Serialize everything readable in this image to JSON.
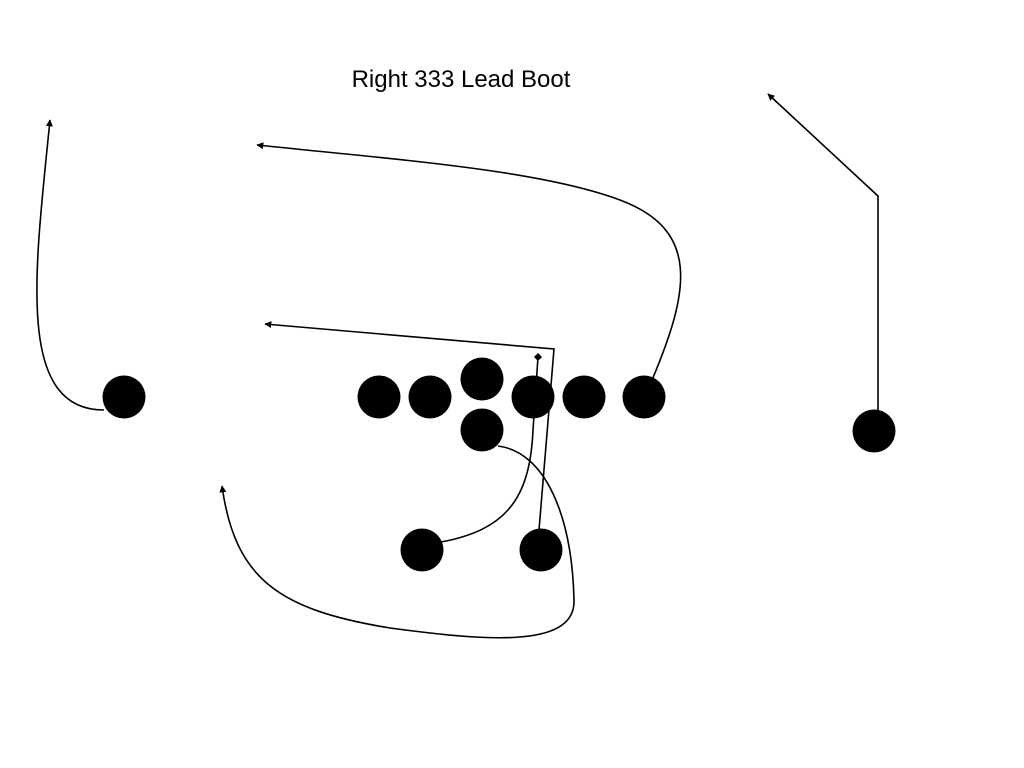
{
  "title": "Right 333 Lead Boot",
  "colors": {
    "player": "#000000",
    "route": "#000000",
    "background": "#ffffff"
  },
  "players": [
    {
      "id": "left-wide-receiver"
    },
    {
      "id": "left-tackle"
    },
    {
      "id": "left-guard"
    },
    {
      "id": "center"
    },
    {
      "id": "right-guard"
    },
    {
      "id": "right-tackle"
    },
    {
      "id": "tight-end"
    },
    {
      "id": "quarterback"
    },
    {
      "id": "fullback"
    },
    {
      "id": "left-halfback"
    },
    {
      "id": "right-halfback"
    },
    {
      "id": "right-wide-receiver"
    }
  ],
  "routes": [
    {
      "id": "left-receiver-fade-route",
      "arrow": "arrow"
    },
    {
      "id": "tight-end-wheel-route",
      "arrow": "arrow"
    },
    {
      "id": "right-receiver-post-route",
      "arrow": "arrow"
    },
    {
      "id": "halfback-crossing-route",
      "arrow": "arrow"
    },
    {
      "id": "quarterback-boot-route",
      "arrow": "arrow"
    },
    {
      "id": "fullback-lead-route",
      "arrow": "diamond"
    }
  ]
}
